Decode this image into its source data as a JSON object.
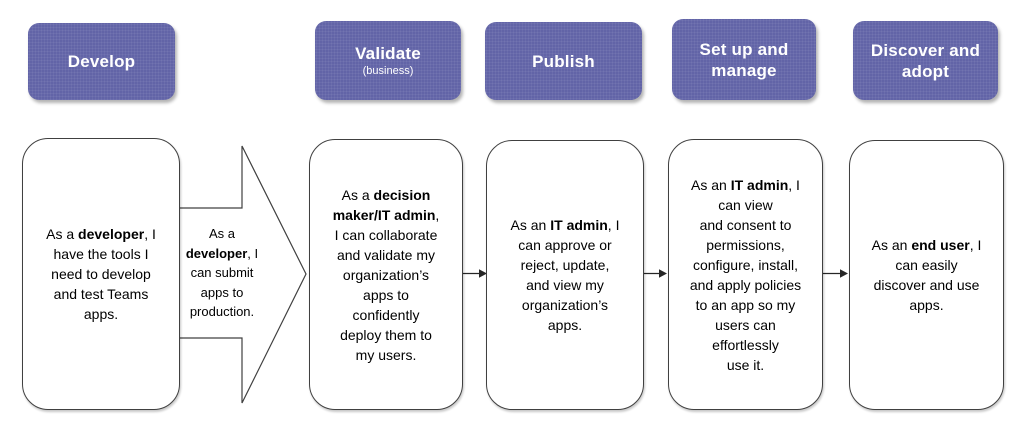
{
  "diagram": {
    "colors": {
      "stage_header_bg": "#6264A7",
      "stage_header_text": "#FFFFFF",
      "card_bg": "#FFFFFF",
      "card_border": "#404040",
      "card_text": "#000000",
      "connector": "#262626"
    },
    "stages": [
      {
        "header": {
          "title": "Develop",
          "subtitle": ""
        },
        "card_segments": [
          {
            "text": "As a ",
            "bold": false
          },
          {
            "text": "developer",
            "bold": true
          },
          {
            "text": ", I\nhave the tools I\nneed to develop\nand test Teams\napps.",
            "bold": false
          }
        ]
      },
      {
        "header": {
          "title": "Validate",
          "subtitle": "(business)"
        },
        "card_segments": [
          {
            "text": "As a ",
            "bold": false
          },
          {
            "text": "decision\nmaker/IT admin",
            "bold": true
          },
          {
            "text": ",\nI can collaborate\nand validate my\norganization’s\napps to\nconfidently\ndeploy them to\nmy users.",
            "bold": false
          }
        ]
      },
      {
        "header": {
          "title": "Publish",
          "subtitle": ""
        },
        "card_segments": [
          {
            "text": "As an ",
            "bold": false
          },
          {
            "text": "IT admin",
            "bold": true
          },
          {
            "text": ", I\ncan approve or\nreject, update,\nand view my\norganization’s\napps.",
            "bold": false
          }
        ]
      },
      {
        "header": {
          "title": "Set up and\nmanage",
          "subtitle": ""
        },
        "card_segments": [
          {
            "text": "As an ",
            "bold": false
          },
          {
            "text": "IT admin",
            "bold": true
          },
          {
            "text": ", I\ncan view\nand consent to\npermissions,\nconfigure, install,\nand apply policies\nto an app so my\nusers can\neffortlessly\nuse it.",
            "bold": false
          }
        ]
      },
      {
        "header": {
          "title": "Discover and\nadopt",
          "subtitle": ""
        },
        "card_segments": [
          {
            "text": "As an ",
            "bold": false
          },
          {
            "text": "end user",
            "bold": true
          },
          {
            "text": ", I\ncan easily\ndiscover and use\napps.",
            "bold": false
          }
        ]
      }
    ],
    "transition_arrow_segments": [
      {
        "text": "As a\n",
        "bold": false
      },
      {
        "text": "developer",
        "bold": true
      },
      {
        "text": ", I\ncan submit\napps to\nproduction.",
        "bold": false
      }
    ]
  }
}
